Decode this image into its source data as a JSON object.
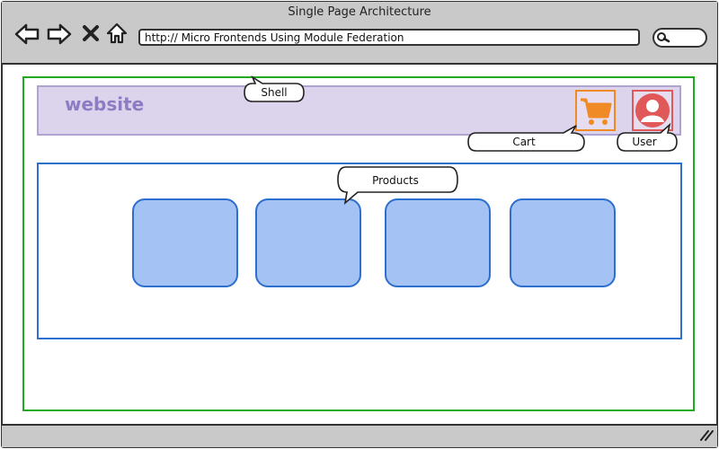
{
  "window": {
    "title": "Single Page Architecture"
  },
  "toolbar": {
    "back_icon": "back-arrow-icon",
    "forward_icon": "forward-arrow-icon",
    "close_icon": "close-x-icon",
    "home_icon": "home-icon",
    "search_icon": "search-icon"
  },
  "address_bar": {
    "url": "http:// Micro Frontends Using Module Federation"
  },
  "diagram": {
    "header": {
      "logo_text": "website"
    },
    "callouts": {
      "shell": "Shell",
      "cart": "Cart",
      "user": "User",
      "products": "Products"
    },
    "icons": {
      "cart": "shopping-cart-icon",
      "user": "user-avatar-icon"
    },
    "product_cards": 4
  },
  "colors": {
    "shell_border": "#1faa1f",
    "header_fill": "#dcd3ec",
    "products_border": "#2d6fcf",
    "card_fill": "#a4c2f4",
    "cart_accent": "#f08a24",
    "user_accent": "#e05858"
  }
}
